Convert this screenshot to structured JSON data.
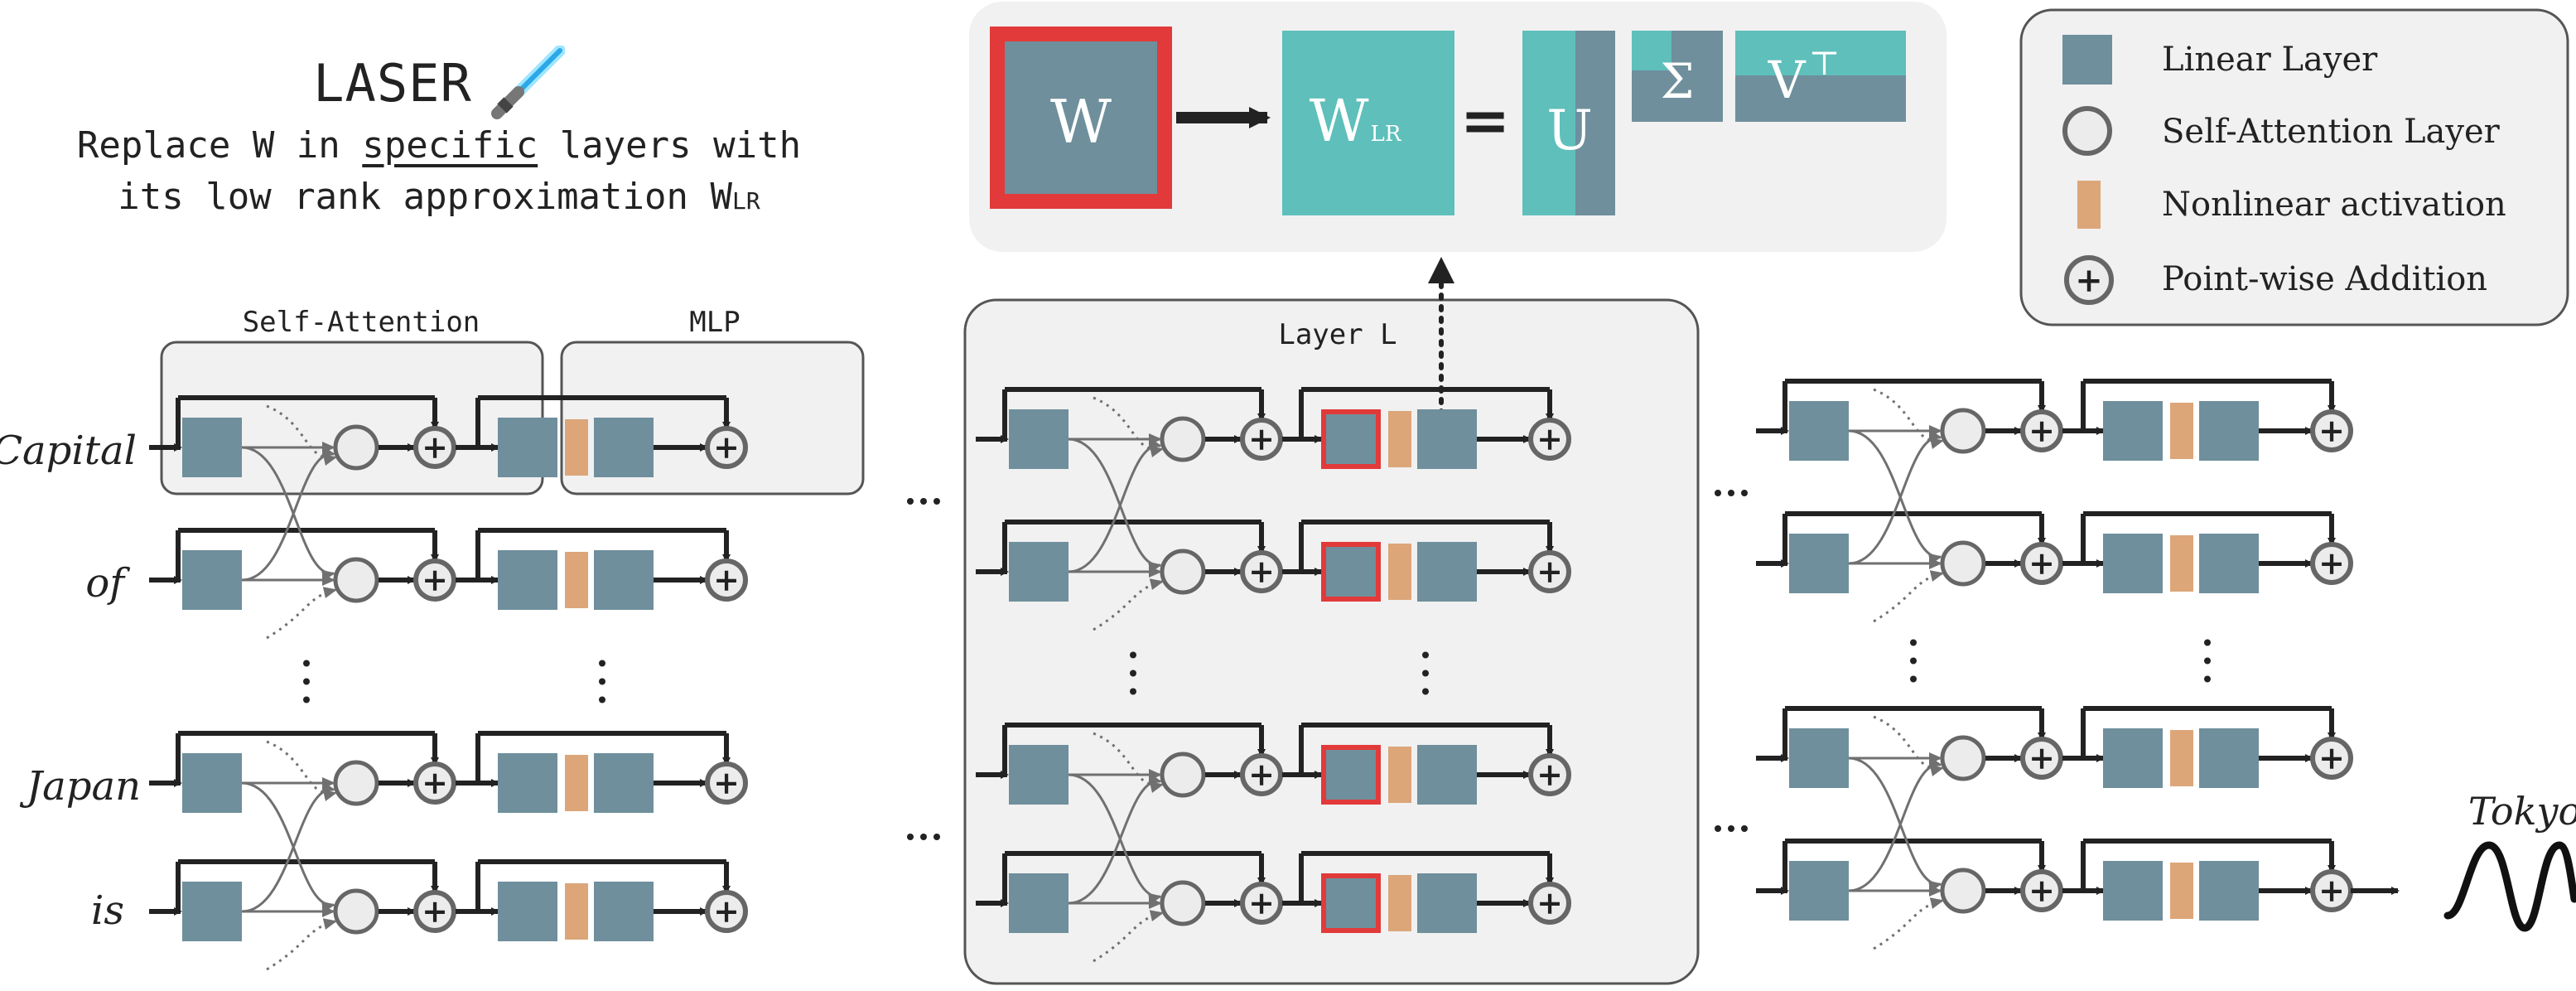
{
  "header": {
    "title": "LASER",
    "title_icon": "lightsaber-icon",
    "description_line1_before": "Replace W in ",
    "description_line1_emphasis": "specific",
    "description_line1_after": " layers with",
    "description_line2": "its low rank approximation W",
    "description_line2_subscript": "LR"
  },
  "decomposition": {
    "w_label": "W",
    "wlr_label": "W",
    "wlr_subscript": "LR",
    "equals": "=",
    "u_label": "U",
    "sigma_label": "Σ",
    "vt_label": "V",
    "vt_superscript": "⊤"
  },
  "blocks": {
    "self_attention_label": "Self-Attention",
    "mlp_label": "MLP",
    "layer_label": "Layer L"
  },
  "tokens": [
    "Capital",
    "of",
    "Japan",
    "is"
  ],
  "output_token": "Tokyo",
  "ellipses": {
    "horizontal": "…",
    "vertical": "⋮"
  },
  "legend": [
    {
      "icon": "linear-layer-icon",
      "label": "Linear Layer"
    },
    {
      "icon": "self-attention-icon",
      "label": "Self-Attention Layer"
    },
    {
      "icon": "nonlinear-activation-icon",
      "label": "Nonlinear activation"
    },
    {
      "icon": "pointwise-addition-icon",
      "label": "Point-wise Addition"
    }
  ],
  "colors": {
    "linear": "#6f8f9c",
    "teal": "#5ebfbb",
    "activation": "#dca679",
    "highlight": "#e23a3a",
    "attention_fill": "#ececec",
    "panel": "#f1f1f1",
    "line": "#222222"
  }
}
